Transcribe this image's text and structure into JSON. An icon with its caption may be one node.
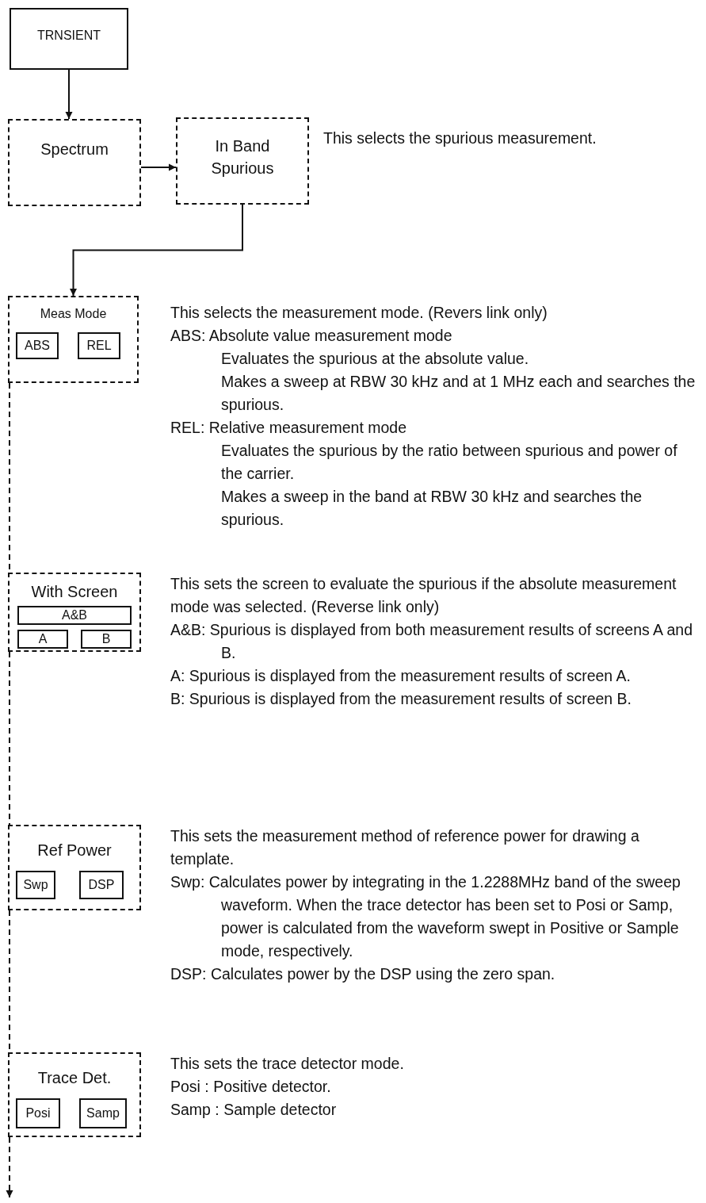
{
  "diagram": {
    "nodes": [
      {
        "text": [
          "TRNSIENT"
        ]
      },
      {
        "text": [
          "Spectrum"
        ]
      },
      {
        "text": [
          "In Band Spurious"
        ],
        "beside": [
          "This selects the spurious measurement."
        ]
      },
      {
        "text": [
          "Meas Mode"
        ],
        "beside": [
          "This selects the measurement mode. (Revers link only)",
          "ABS: Absolute value measurement mode",
          "Evaluates the spurious at the absolute value.",
          "Makes a sweep at RBW 30 kHz and at 1 MHz each and searches the spurious.",
          "REL: Relative measurement mode",
          "Evaluates the spurious by the ratio between spurious and power of the carrier.",
          "Makes a sweep in the band at RBW 30 kHz and searches the spurious."
        ]
      },
      {
        "text": [
          "ABS"
        ],
        "in": 3
      },
      {
        "text": [
          "REL"
        ],
        "in": 3
      },
      {
        "text": [
          "With Screen"
        ],
        "beside": [
          "This sets the screen to evaluate the spurious if the absolute measurement mode was selected. (Reverse link only)",
          "A&B: Spurious is displayed from both measurement results of screens A and B.",
          "A: Spurious is displayed from the measurement results of screen A.",
          "B: Spurious is displayed from the measurement results of screen B."
        ]
      },
      {
        "text": [
          "A&B"
        ],
        "in": 6
      },
      {
        "text": [
          "A"
        ],
        "in": 6
      },
      {
        "text": [
          "B"
        ],
        "in": 6
      },
      {
        "text": [
          "Ref Power"
        ],
        "beside": [
          "This sets the measurement method of reference power for drawing a template.",
          "Swp: Calculates power by integrating in the 1.2288MHz band of the sweep waveform. When the trace detector has been set to Posi or Samp, power is calculated from the waveform swept in Positive or Sample mode, respectively.",
          "DSP: Calculates power by the DSP using the zero span."
        ]
      },
      {
        "text": [
          "Swp"
        ],
        "in": 10
      },
      {
        "text": [
          "DSP"
        ],
        "in": 10
      },
      {
        "text": [
          "Trace Det."
        ],
        "beside": [
          "This sets the trace detector mode.",
          "Posi : Positive detector.",
          "Samp : Sample detector"
        ]
      },
      {
        "text": [
          "Posi"
        ],
        "in": 13
      },
      {
        "text": [
          "Samp"
        ],
        "in": 13
      }
    ],
    "edges": [
      {
        "from": 0,
        "to": 1,
        "arrow": "to"
      },
      {
        "from": 1,
        "to": 2,
        "arrow": "to"
      },
      {
        "from": 2,
        "to": 3,
        "arrow": "to"
      },
      {
        "from": 3,
        "to": 6,
        "arrow": "none",
        "style": "dashed"
      },
      {
        "from": 6,
        "to": 10,
        "arrow": "none",
        "style": "dashed"
      },
      {
        "from": 10,
        "to": 13,
        "arrow": "none",
        "style": "dashed"
      },
      {
        "from": 13,
        "to": null,
        "arrow": "to",
        "style": "dashed"
      }
    ]
  }
}
